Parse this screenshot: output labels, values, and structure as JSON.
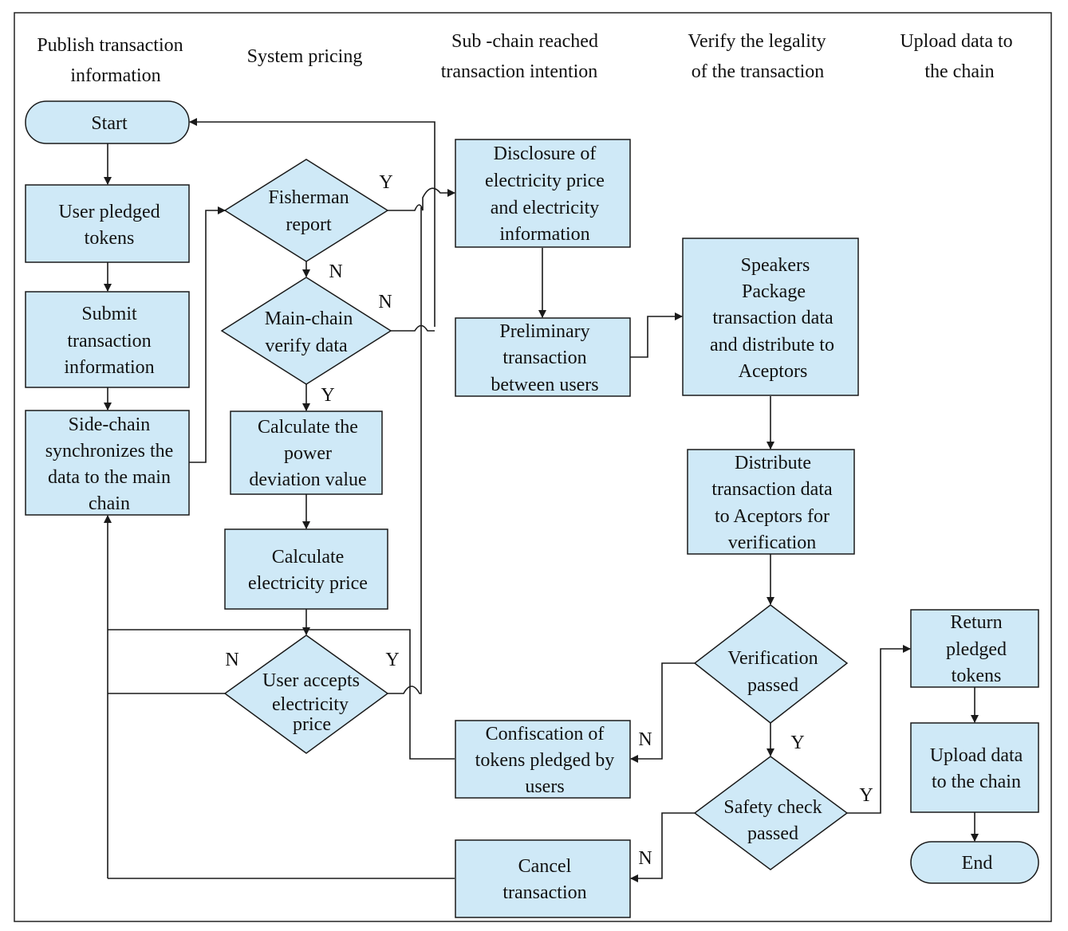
{
  "lanes": [
    {
      "id": "lane-publish",
      "lines": [
        "Publish transaction",
        "information"
      ]
    },
    {
      "id": "lane-pricing",
      "lines": [
        "System pricing"
      ]
    },
    {
      "id": "lane-subchain",
      "lines": [
        "Sub -chain reached",
        "transaction intention"
      ]
    },
    {
      "id": "lane-verify",
      "lines": [
        "Verify the legality",
        "of the transaction"
      ]
    },
    {
      "id": "lane-upload",
      "lines": [
        "Upload data to",
        "the chain"
      ]
    }
  ],
  "nodes": {
    "start": [
      "Start"
    ],
    "pledge": [
      "User pledged",
      "tokens"
    ],
    "submit": [
      "Submit",
      "transaction",
      "information"
    ],
    "sidechain": [
      "Side-chain",
      "synchronizes the",
      "data to the main",
      "chain"
    ],
    "fisherman": [
      "Fisherman",
      "report"
    ],
    "mainchain": [
      "Main-chain",
      "verify data"
    ],
    "calc_dev": [
      "Calculate the",
      "power",
      "deviation value"
    ],
    "calc_price": [
      "Calculate",
      "electricity price"
    ],
    "accept": [
      "User accepts",
      "electricity",
      "price"
    ],
    "disclosure": [
      "Disclosure of",
      "electricity price",
      "and electricity",
      "information"
    ],
    "preliminary": [
      "Preliminary",
      "transaction",
      "between users"
    ],
    "confiscation": [
      "Confiscation of",
      "tokens pledged by",
      "users"
    ],
    "cancel": [
      "Cancel",
      "transaction"
    ],
    "speakers": [
      "Speakers",
      "Package",
      "transaction data",
      "and distribute to",
      "Aceptors"
    ],
    "distribute": [
      "Distribute",
      "transaction data",
      "to Aceptors for",
      "verification"
    ],
    "verif_passed": [
      "Verification",
      "passed"
    ],
    "safety": [
      "Safety check",
      "passed"
    ],
    "return_tokens": [
      "Return",
      "pledged",
      "tokens"
    ],
    "upload": [
      "Upload data",
      "to the chain"
    ],
    "end": [
      "End"
    ]
  },
  "edge_labels": {
    "fisherman_yes": "Y",
    "fisherman_no": "N",
    "mainchain_no": "N",
    "mainchain_yes": "Y",
    "accept_no": "N",
    "accept_yes": "Y",
    "verif_no": "N",
    "verif_yes": "Y",
    "safety_yes": "Y",
    "safety_no": "N"
  }
}
